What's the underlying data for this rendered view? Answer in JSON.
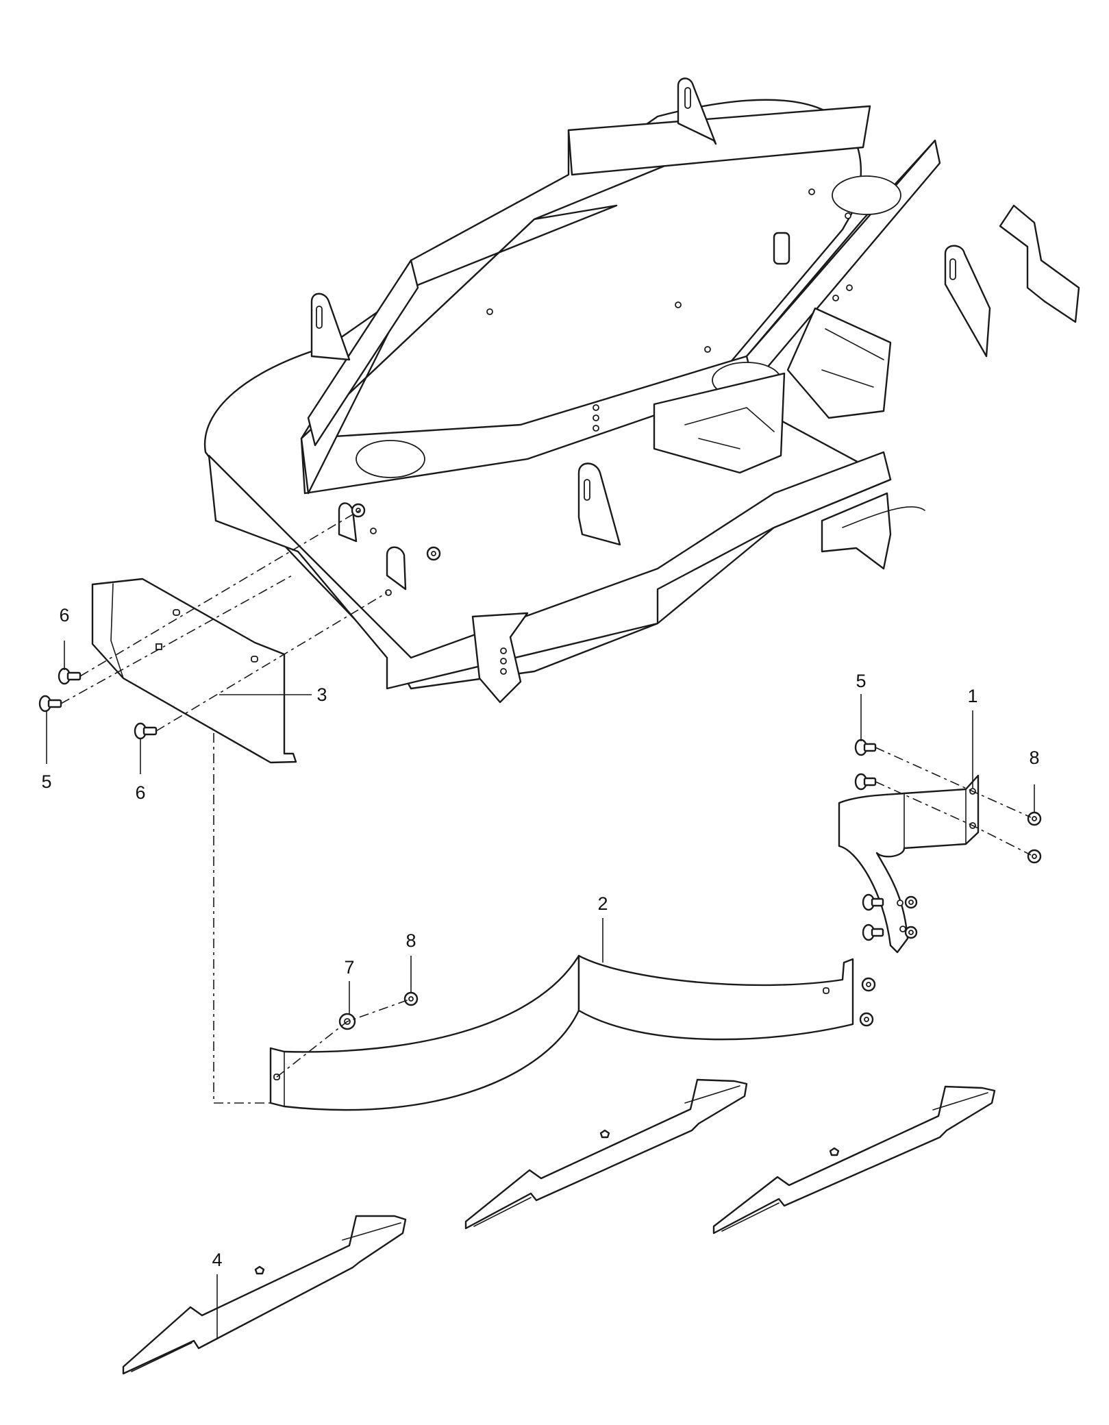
{
  "callouts": {
    "bracket_right": "1",
    "baffle": "2",
    "front_shield": "3",
    "blade_left": "4",
    "bolt_right": "5",
    "bolt_left": "5",
    "bolt_top_left": "6",
    "bolt_bottom_left": "6",
    "washer": "7",
    "nut_center": "8",
    "nut_right": "8"
  }
}
